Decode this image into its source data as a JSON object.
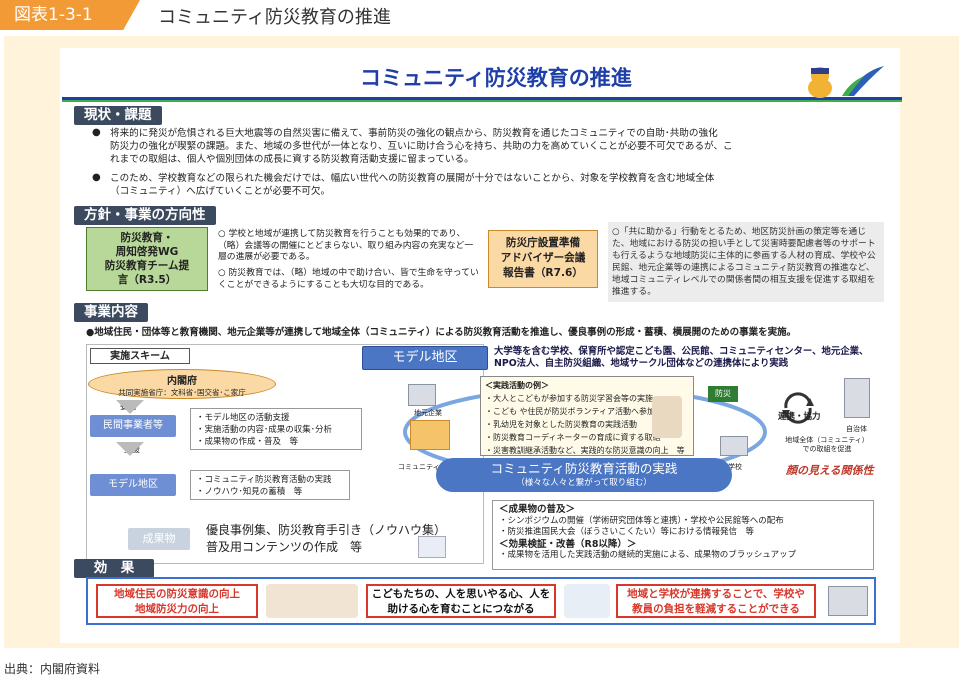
{
  "header": {
    "fig_label": "図表1-3-1",
    "fig_title": "コミュニティ防災教育の推進"
  },
  "main_title": "コミュニティ防災教育の推進",
  "sections": {
    "status": "現状・課題",
    "policy": "方針・事業の方向性",
    "business": "事業内容",
    "effect": "効　果"
  },
  "status": {
    "b1_l1a": "将来的に発災が危惧される巨大地震等の自然災害に備えて、",
    "b1_l1u": "事前防災の強化の観点",
    "b1_l1b": "から、",
    "b1_l1u2": "防災教育を通じたコミュニティでの自助･共助の強化",
    "b1_l1c": "が喫緊の課題。また、地域の多世代が一体となり、互いに助け合う心を持ち、",
    "line1": "将来的に発災が危惧される巨大地震等の自然災害に備えて、事前防災の強化の観点から、防災教育を通じたコミュニティでの自助･共助の強化",
    "line2": "防災力の強化が喫緊の課題。また、地域の多世代が一体となり、互いに助け合う心を持ち、共助の力を高めていくことが必要不可欠であるが、こ",
    "line3": "れまでの取組は、個人や個別団体の成長に資する防災教育活動支援に留まっている。",
    "line4": "このため、学校教育などの限られた機会だけでは、幅広い世代への防災教育の展開が十分ではないことから、対象を学校教育を含む地域全体",
    "line5": "（コミュニティ）へ広げていくことが必要不可欠。"
  },
  "policy": {
    "green_box": "防災教育・\n周知啓発WG\n防災教育チーム提\n言（R3.5）",
    "note1": "○ 学校と地域が連携して防災教育を行うことも効果的であり、（略）会議等の開催にとどまらない、取り組み内容の充実など一層の進展が必要である。",
    "note2": "○ 防災教育では、（略）地域の中で助け合い、皆で生命を守っていくことができるようにすることも大切な目的である。",
    "orange_box": "防災庁設置準備\nアドバイザー会議\n報告書（R7.6）",
    "note3": "○「共に助かる」行動をとるため、地区防災計画の策定等を通じた、地域における防災の担い手として災害時要配慮者等のサポートも行えるような地域防災に主体的に参画する人材の育成、学校や公民館、地元企業等の連携によるコミュニティ防災教育の推進など、地域コミュニティレベルでの関係者間の相互支援を促進する取組を推進する。"
  },
  "business": {
    "lead": "●地域住民・団体等と教育機関、地元企業等が連携して地域全体（コミュニティ）による防災教育活動を推進し、優良事例の形成・蓄積、横展開のための事業を実施。",
    "scheme": "実施スキーム",
    "cabinet": "内閣府",
    "cabinet_sub": "共同実施省庁：文科省･国交省･こ家庁",
    "entrust": "委託",
    "contractor": "民間事業者等",
    "support": "支援",
    "model_area_small": "モデル地区",
    "contractor_tasks": [
      "・モデル地区の活動支援",
      "・実施活動の内容･成果の収集･分析",
      "・成果物の作成・普及　等"
    ],
    "model_tasks": [
      "・コミュニティ防災教育活動の実践",
      "・ノウハウ･知見の蓄積　等"
    ],
    "model_area": "モデル地区",
    "participants": "大学等を含む学校、保育所や認定こども園、公民館、コミュニティセンター、地元企業、NPO法人、自主防災組織、地域サークル団体などの連携体により実践",
    "example_title": "＜実践活動の例＞",
    "examples": [
      "・大人とこどもが参加する防災学習会等の実施",
      "・こども や住民が防災ボランティア活動へ参加",
      "・乳幼児を対象とした防災教育の実践活動",
      "・防災教育コーディネーターの育成に資する取組",
      "・災害教訓継承活動など、実践的な防災意識の向上　等"
    ],
    "local_company": "地元企業",
    "community_center": "コミュニティセンター",
    "school": "学校",
    "self_gov": "自治体",
    "bousai": "防災",
    "cooperation": "連携・協力",
    "community_whole": "地域全体（コミュニティ）\nでの取組を促進",
    "faces": "顔の見える関係性",
    "practice": "コミュニティ防災教育活動の実践",
    "practice_sub": "（様々な人々と繋がって取り組む）",
    "output_label": "成果物",
    "outputs": "優良事例集、防災教育手引き（ノウハウ集）\n普及用コンテンツの作成　等",
    "spread_title": "＜成果物の普及＞",
    "spread": [
      "・シンポジウムの開催（学術研究団体等と連携）・学校や公民館等への配布",
      "・防災推進国民大会（ぼうさいこくたい）等における情報発信　等"
    ],
    "verify_title": "＜効果検証・改善（R8以降）＞",
    "verify": "・成果物を活用した実践活動の継続的実施による、成果物のブラッシュアップ"
  },
  "effects": {
    "e1": "地域住民の防災意識の向上\n地域防災力の向上",
    "e2": "こどもたちの、人を思いやる心、人を\n助ける心を育むことにつながる",
    "e3": "地域と学校が連携することで、学校や\n教員の負担を軽減することができる"
  },
  "source": "出典：内閣府資料",
  "colors": {
    "orange": "#f29a36",
    "navy": "#3b4a5e",
    "blue": "#1f3fa8",
    "red": "#d8372a"
  }
}
